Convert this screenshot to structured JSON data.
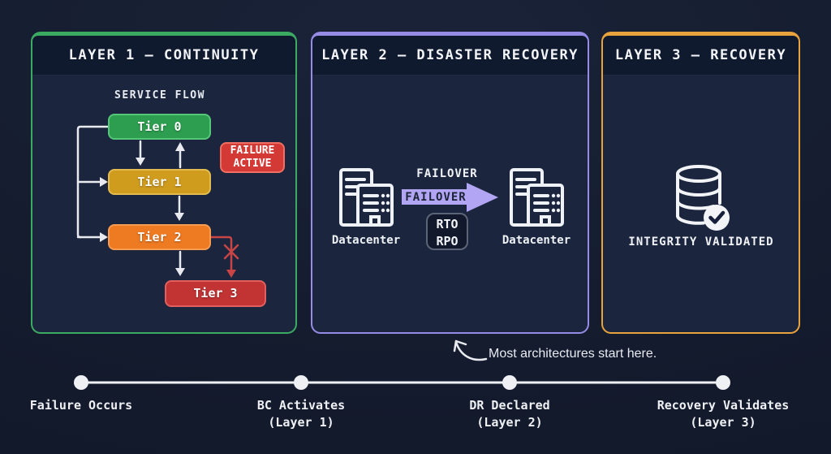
{
  "colors": {
    "background": "#151c2f",
    "panel_body": "#1b263e",
    "panel_header": "#101a2f",
    "connector": "#e8eaf0",
    "failure_path": "#c94545",
    "failover_arrow": "#b2a6f4",
    "failover_arrow_text": "#1b2336",
    "timeline": "#eef0f4"
  },
  "panels": [
    {
      "title": "LAYER 1 — CONTINUITY",
      "accent": "#3cab62"
    },
    {
      "title": "LAYER 2 — DISASTER RECOVERY",
      "accent": "#968ce6"
    },
    {
      "title": "LAYER 3 — RECOVERY",
      "accent": "#e9a33c"
    }
  ],
  "layer1": {
    "flow_title": "SERVICE FLOW",
    "tiers": [
      {
        "label": "Tier 0",
        "fill": "#2d9e4f",
        "border": "#54c878"
      },
      {
        "label": "Tier 1",
        "fill": "#d09c1e",
        "border": "#e3bb4e"
      },
      {
        "label": "Tier 2",
        "fill": "#ee7a22",
        "border": "#f79b51"
      },
      {
        "label": "Tier 3",
        "fill": "#c23434",
        "border": "#e25f5f"
      }
    ],
    "failure_badge": {
      "label": "FAILURE ACTIVE",
      "fill": "#d43a35",
      "border": "#ef6f62"
    }
  },
  "layer2": {
    "left_datacenter_label": "Datacenter",
    "right_datacenter_label": "Datacenter",
    "failover_top_label": "FAILOVER",
    "failover_arrow_label": "FAILOVER",
    "rto_label": "RTO",
    "rpo_label": "RPO"
  },
  "layer3": {
    "status_label": "INTEGRITY VALIDATED"
  },
  "annotation": {
    "text": "Most architectures start here."
  },
  "timeline": {
    "events": [
      {
        "line1": "Failure Occurs",
        "line2": ""
      },
      {
        "line1": "BC Activates",
        "line2": "(Layer 1)"
      },
      {
        "line1": "DR Declared",
        "line2": "(Layer 2)"
      },
      {
        "line1": "Recovery Validates",
        "line2": "(Layer 3)"
      }
    ]
  }
}
